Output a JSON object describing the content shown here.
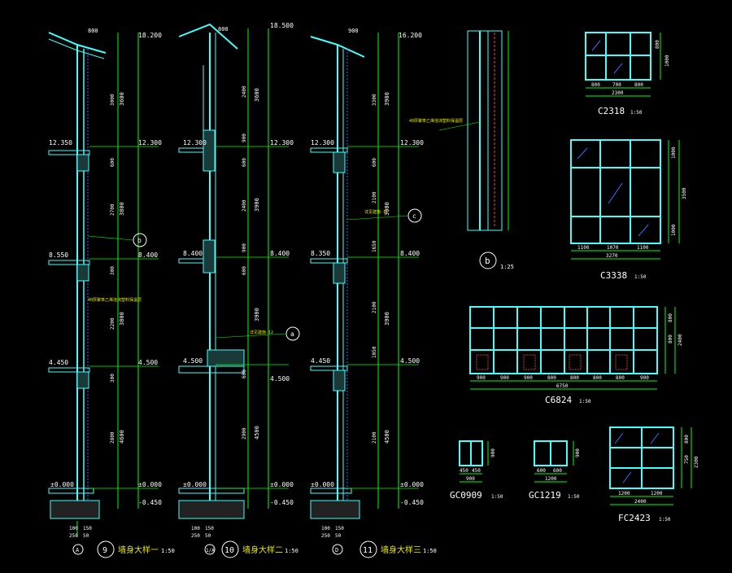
{
  "drawing": {
    "colors": {
      "background": "#000000",
      "wall": "#40ffff",
      "dimension": "#00ff00",
      "text": "#ffff00",
      "label": "#ffffff",
      "annotation": "#ff4040",
      "glass_mark": "#3a6cff"
    },
    "sections": [
      {
        "grid": "A",
        "detail_no": "9",
        "title": "墙身大样一",
        "scale": "1:50",
        "top_dim": "800",
        "top_level": "18.200",
        "levels": [
          "12.350",
          "8.550",
          "4.450",
          "±0.000"
        ],
        "right_levels": [
          "12.300",
          "8.400",
          "4.500",
          "±0.000",
          "-0.450"
        ],
        "seg_dims": [
          "3600",
          "3800",
          "3800",
          "4600"
        ],
        "sub_dims": [
          "3000",
          "600",
          "2700",
          "300",
          "2200",
          "300",
          "2800"
        ],
        "bottom_dims": [
          "100",
          "150",
          "250",
          "50"
        ],
        "callout": "b",
        "note": "40厚聚苯乙烯泡沫塑料保温层"
      },
      {
        "grid": "1/A",
        "detail_no": "10",
        "title": "墙身大样二",
        "scale": "1:50",
        "top_dim": "800",
        "top_level": "18.500",
        "levels": [
          "12.300",
          "8.400",
          "4.500",
          "±0.000"
        ],
        "right_levels": [
          "12.300",
          "8.400",
          "4.500",
          "±0.000",
          "-0.450"
        ],
        "seg_dims": [
          "3600",
          "3900",
          "3900",
          "4500"
        ],
        "sub_dims": [
          "2400",
          "900",
          "600",
          "2400",
          "900",
          "600",
          "2900",
          "600"
        ],
        "bottom_dims": [
          "100",
          "150",
          "250",
          "50"
        ],
        "callout": "a",
        "note": "详见建施-12"
      },
      {
        "grid": "D",
        "detail_no": "11",
        "title": "墙身大样三",
        "scale": "1:50",
        "top_dim": "900",
        "top_level": "16.200",
        "levels": [
          "12.300",
          "8.350",
          "4.450",
          "±0.000"
        ],
        "right_levels": [
          "12.300",
          "8.400",
          "4.500",
          "±0.000",
          "-0.450"
        ],
        "seg_dims": [
          "3900",
          "3900",
          "3900",
          "4500"
        ],
        "sub_dims": [
          "3300",
          "600",
          "2100",
          "1650",
          "2100",
          "1050",
          "2100"
        ],
        "bottom_dims": [
          "100",
          "150",
          "250",
          "50"
        ],
        "callout": "c",
        "note": "详见建施-12"
      }
    ],
    "detail_b": {
      "id": "b",
      "scale": "1:25",
      "note": "40厚聚苯乙烯泡沫塑料保温层"
    },
    "windows": [
      {
        "id": "C2318",
        "scale": "1:50",
        "widths": [
          "800",
          "700",
          "800"
        ],
        "total_width": "2300",
        "heights": [
          "800",
          "1000"
        ]
      },
      {
        "id": "C3338",
        "scale": "1:50",
        "widths": [
          "1100",
          "1070",
          "1100"
        ],
        "total_width": "3270",
        "heights": [
          "1000",
          "3500",
          "1000"
        ]
      },
      {
        "id": "C6824",
        "scale": "1:50",
        "widths": [
          "900",
          "900",
          "900",
          "800",
          "800",
          "800",
          "800",
          "900"
        ],
        "total_width": "6750",
        "heights": [
          "800",
          "800",
          "2400"
        ]
      },
      {
        "id": "GC0909",
        "scale": "1:50",
        "widths": [
          "450",
          "450"
        ],
        "total_width": "900",
        "heights": [
          "900"
        ]
      },
      {
        "id": "GC1219",
        "scale": "1:50",
        "widths": [
          "600",
          "600"
        ],
        "total_width": "1200",
        "heights": [
          "900"
        ]
      },
      {
        "id": "FC2423",
        "scale": "1:50",
        "widths": [
          "1200",
          "1200"
        ],
        "total_width": "2400",
        "heights": [
          "800",
          "750",
          "2300"
        ]
      }
    ]
  }
}
